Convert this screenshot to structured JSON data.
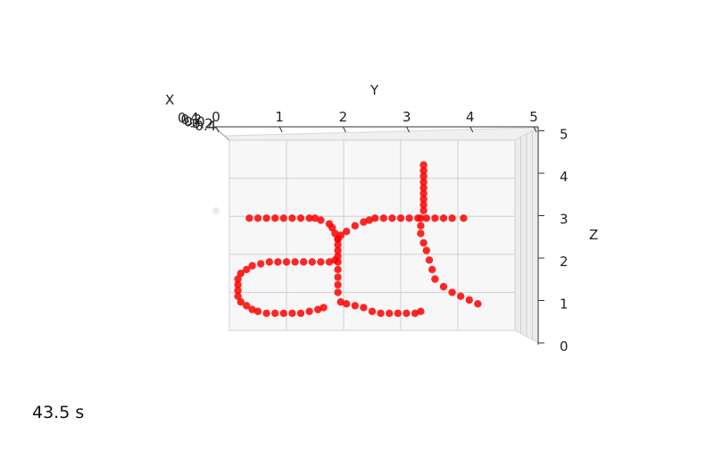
{
  "chart_data": {
    "type": "scatter",
    "projection": "3d",
    "view": "looking along x axis (front view of y-z plane)",
    "xlabel": "X",
    "ylabel": "Y",
    "zlabel": "Z",
    "x_ticks": [
      "0.4",
      "0.2",
      "0.0",
      "-0.2",
      "-0.4"
    ],
    "y_ticks": [
      "0",
      "1",
      "2",
      "3",
      "4",
      "5"
    ],
    "z_ticks": [
      "0",
      "1",
      "2",
      "3",
      "4",
      "5"
    ],
    "ylim": [
      0,
      5
    ],
    "zlim": [
      0,
      5
    ],
    "grid": true,
    "marker_color": "#ff0000",
    "series": [
      {
        "y": [
          0.35,
          0.5,
          0.65,
          0.8,
          0.95,
          1.1,
          1.25,
          1.4,
          1.5,
          1.6,
          1.75,
          1.8,
          1.85,
          1.9,
          1.9,
          1.9,
          1.9,
          1.85,
          1.75,
          1.6,
          1.45,
          1.3,
          1.15,
          1.0,
          0.85,
          0.7,
          0.55,
          0.4,
          0.3,
          0.2,
          0.15,
          0.15,
          0.15,
          0.15,
          0.2,
          0.3,
          0.4,
          0.5,
          0.65,
          0.8,
          0.95,
          1.1,
          1.25,
          1.4,
          1.55,
          1.65
        ],
        "z": [
          2.95,
          2.95,
          2.95,
          2.95,
          2.95,
          2.95,
          2.95,
          2.95,
          2.95,
          2.9,
          2.8,
          2.7,
          2.55,
          2.4,
          2.25,
          2.1,
          1.95,
          1.85,
          1.8,
          1.8,
          1.8,
          1.8,
          1.8,
          1.8,
          1.8,
          1.8,
          1.75,
          1.7,
          1.6,
          1.5,
          1.35,
          1.2,
          1.05,
          0.9,
          0.75,
          0.65,
          0.55,
          0.5,
          0.45,
          0.45,
          0.45,
          0.45,
          0.45,
          0.5,
          0.55,
          0.6
        ]
      },
      {
        "y": [
          1.9,
          1.95,
          2.05,
          2.2,
          2.35,
          2.45,
          2.55,
          2.7,
          2.85,
          3.0,
          3.15,
          3.3,
          3.45,
          3.6,
          3.75,
          3.9,
          4.1
        ],
        "z": [
          2.4,
          2.5,
          2.6,
          2.75,
          2.85,
          2.9,
          2.95,
          2.95,
          2.95,
          2.95,
          2.95,
          2.95,
          2.95,
          2.95,
          2.95,
          2.95,
          2.95
        ]
      },
      {
        "y": [
          1.9,
          1.9,
          1.9,
          1.9,
          1.9,
          1.95,
          2.05,
          2.2,
          2.35,
          2.5,
          2.65,
          2.8,
          2.95,
          3.1,
          3.25,
          3.35
        ],
        "z": [
          1.8,
          1.6,
          1.4,
          1.2,
          1.0,
          0.75,
          0.7,
          0.65,
          0.6,
          0.5,
          0.45,
          0.45,
          0.45,
          0.45,
          0.45,
          0.5
        ]
      },
      {
        "y": [
          3.4,
          3.4,
          3.4,
          3.4,
          3.4,
          3.4,
          3.4,
          3.4,
          3.4,
          3.35,
          3.35,
          3.35,
          3.4,
          3.45,
          3.5,
          3.55,
          3.6,
          3.75,
          3.9,
          4.05,
          4.2,
          4.35
        ],
        "z": [
          4.35,
          4.2,
          4.05,
          3.9,
          3.75,
          3.6,
          3.45,
          3.3,
          3.15,
          2.95,
          2.75,
          2.55,
          2.3,
          2.1,
          1.85,
          1.6,
          1.35,
          1.15,
          1.0,
          0.9,
          0.8,
          0.7
        ]
      }
    ]
  },
  "overlay": {
    "time_label": "43.5 s"
  }
}
